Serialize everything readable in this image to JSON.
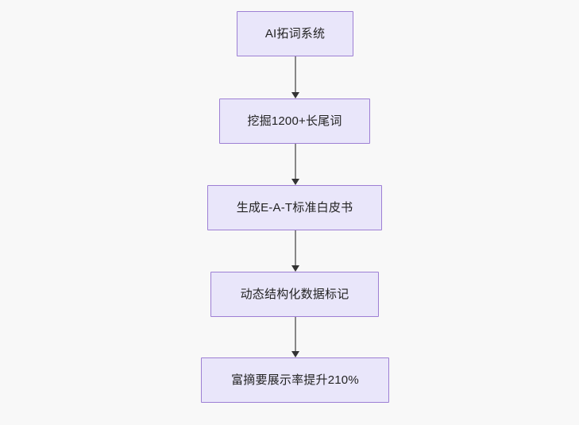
{
  "diagram": {
    "type": "flowchart",
    "direction": "top-to-bottom",
    "background_color": "#f8f8f8",
    "node_fill_color": "#e9e6fa",
    "node_border_color": "#9d7fd4",
    "node_text_color": "#232323",
    "edge_line_color": "#888888",
    "edge_arrow_color": "#333333",
    "nodes": [
      {
        "id": "n1",
        "label": "AI拓词系统"
      },
      {
        "id": "n2",
        "label": "挖掘1200+长尾词"
      },
      {
        "id": "n3",
        "label": "生成E-A-T标准白皮书"
      },
      {
        "id": "n4",
        "label": "动态结构化数据标记"
      },
      {
        "id": "n5",
        "label": "富摘要展示率提升210%"
      }
    ],
    "edges": [
      {
        "id": "e1",
        "from": "n1",
        "to": "n2",
        "label": "",
        "arrow": "arrow-down-icon"
      },
      {
        "id": "e2",
        "from": "n2",
        "to": "n3",
        "label": "",
        "arrow": "arrow-down-icon"
      },
      {
        "id": "e3",
        "from": "n3",
        "to": "n4",
        "label": "",
        "arrow": "arrow-down-icon"
      },
      {
        "id": "e4",
        "from": "n4",
        "to": "n5",
        "label": "",
        "arrow": "arrow-down-icon"
      }
    ]
  }
}
